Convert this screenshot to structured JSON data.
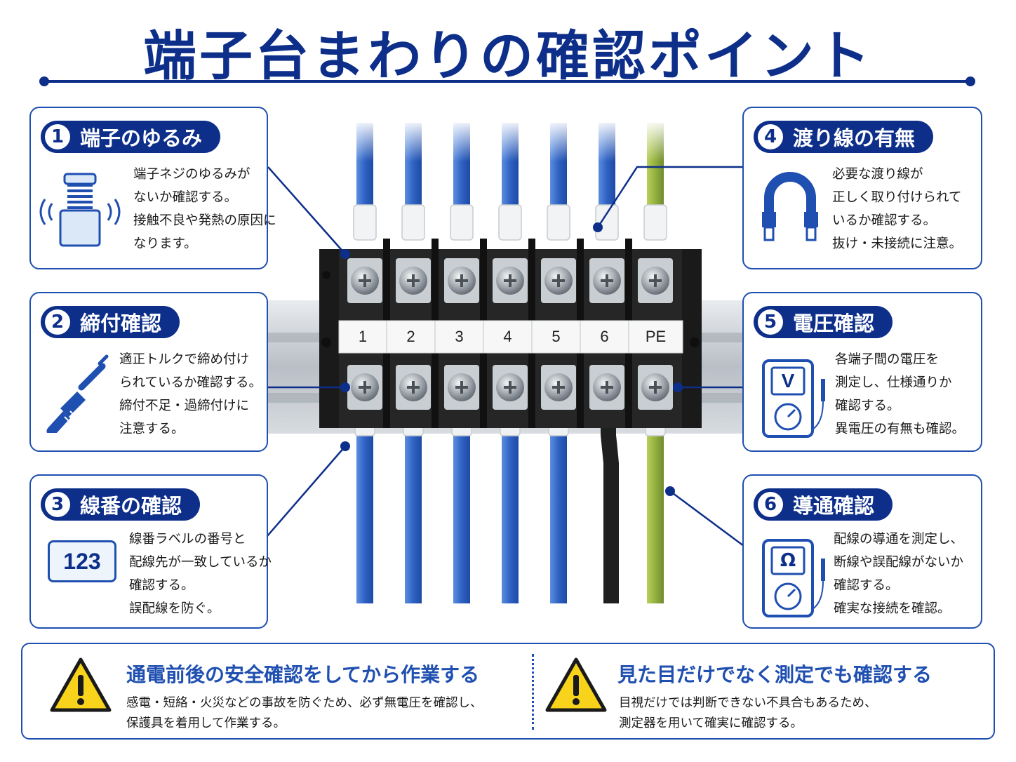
{
  "title": "端子台まわりの確認ポイント",
  "colors": {
    "navy": "#0d2f8a",
    "blue": "#1f4fb0",
    "wire_blue": "#3f6fc8",
    "warning_yellow": "#f7d31b"
  },
  "terminal_block": {
    "labels": [
      "1",
      "2",
      "3",
      "4",
      "5",
      "6",
      "PE"
    ]
  },
  "cards": [
    {
      "num": "1",
      "title": "端子のゆるみ",
      "icon": "loose-screw-icon",
      "lines": [
        "端子ネジのゆるみが",
        "ないか確認する。",
        "接触不良や発熱の原因に",
        "なります。"
      ]
    },
    {
      "num": "2",
      "title": "締付確認",
      "icon": "screwdriver-icon",
      "lines": [
        "適正トルクで締め付け",
        "られているか確認する。",
        "締付不足・過締付けに",
        "注意する。"
      ]
    },
    {
      "num": "3",
      "title": "線番の確認",
      "icon": "label-123-icon",
      "icon_text": "123",
      "lines": [
        "線番ラベルの番号と",
        "配線先が一致しているか",
        "確認する。",
        "誤配線を防ぐ。"
      ]
    },
    {
      "num": "4",
      "title": "渡り線の有無",
      "icon": "jumper-wire-icon",
      "lines": [
        "必要な渡り線が",
        "正しく取り付けられて",
        "いるか確認する。",
        "抜け・未接続に注意。"
      ]
    },
    {
      "num": "5",
      "title": "電圧確認",
      "icon": "voltmeter-icon",
      "icon_text": "V",
      "lines": [
        "各端子間の電圧を",
        "測定し、仕様通りか",
        "確認する。",
        "異電圧の有無も確認。"
      ]
    },
    {
      "num": "6",
      "title": "導通確認",
      "icon": "ohmmeter-icon",
      "icon_text": "Ω",
      "lines": [
        "配線の導通を測定し、",
        "断線や誤配線がないか",
        "確認する。",
        "確実な接続を確認。"
      ]
    }
  ],
  "warnings": [
    {
      "icon": "warning-icon",
      "heading": "通電前後の安全確認をしてから作業する",
      "lines": [
        "感電・短絡・火災などの事故を防ぐため、必ず無電圧を確認し、",
        "保護具を着用して作業する。"
      ]
    },
    {
      "icon": "warning-icon",
      "heading": "見た目だけでなく測定でも確認する",
      "lines": [
        "目視だけでは判断できない不具合もあるため、",
        "測定器を用いて確実に確認する。"
      ]
    }
  ]
}
